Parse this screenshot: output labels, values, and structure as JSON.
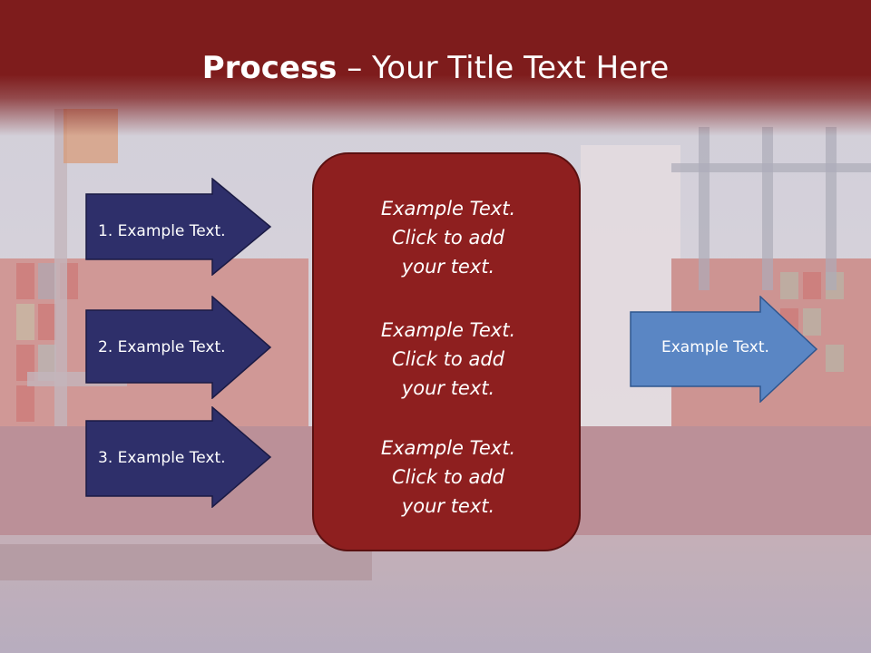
{
  "title": {
    "bold": "Process",
    "rest": " – Your Title Text Here"
  },
  "left_arrows": [
    {
      "label": "1. Example Text."
    },
    {
      "label": "2. Example Text."
    },
    {
      "label": "3. Example Text."
    }
  ],
  "center_box": {
    "blocks": [
      {
        "line1": "Example Text.",
        "line2": "Click  to add",
        "line3": "your text."
      },
      {
        "line1": "Example Text.",
        "line2": "Click  to add",
        "line3": "your text."
      },
      {
        "line1": "Example Text.",
        "line2": "Click  to add",
        "line3": "your text."
      }
    ]
  },
  "right_arrow": {
    "label": "Example Text."
  },
  "colors": {
    "title_band": "#7e1c1c",
    "left_arrow_fill": "#2e2f6a",
    "center_box_fill": "#8e1f1f",
    "right_arrow_fill": "#5a86c4"
  }
}
